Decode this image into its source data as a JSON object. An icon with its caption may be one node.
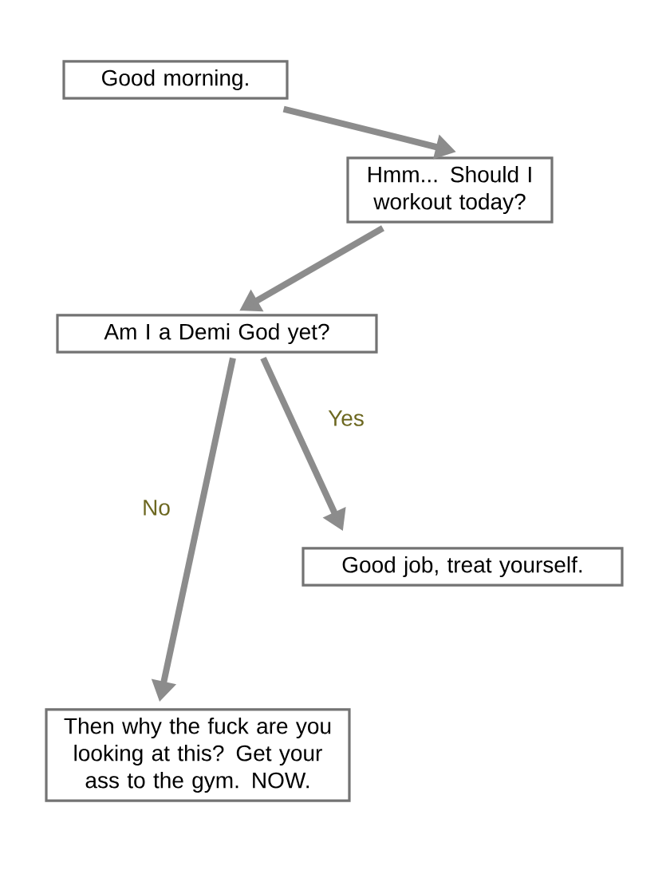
{
  "diagram": {
    "nodes": [
      {
        "text": [
          "Good morning."
        ]
      },
      {
        "text": [
          "Hmm... Should I workout today?"
        ]
      },
      {
        "text": [
          "Am I a Demi God yet?"
        ]
      },
      {
        "text": [
          "Good job, treat yourself."
        ]
      },
      {
        "text": [
          "Then why the fuck are you looking at this? Get your ass to the gym. NOW."
        ]
      }
    ],
    "edges": [
      {
        "from": 0,
        "to": 1,
        "arrow": "to"
      },
      {
        "from": 1,
        "to": 2,
        "arrow": "to"
      },
      {
        "from": 2,
        "to": 3,
        "arrow": "to",
        "label": "Yes"
      },
      {
        "from": 2,
        "to": 4,
        "arrow": "to",
        "label": "No"
      }
    ]
  }
}
